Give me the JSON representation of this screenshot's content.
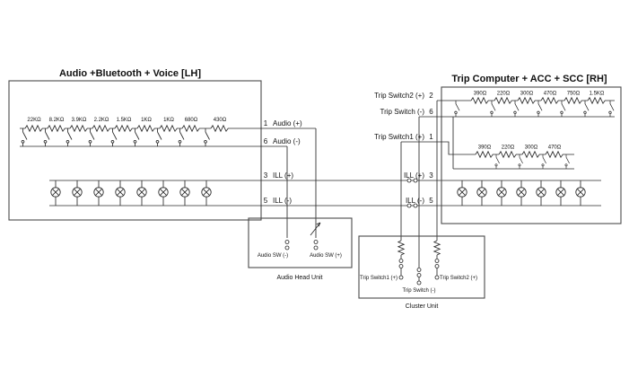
{
  "diagram": {
    "left_block": {
      "title": "Audio +Bluetooth + Voice [LH]",
      "resistors": [
        "22KΩ",
        "8.2KΩ",
        "3.9KΩ",
        "2.2KΩ",
        "1.5KΩ",
        "1KΩ",
        "1KΩ",
        "680Ω",
        "430Ω"
      ],
      "pins": [
        {
          "num": "1",
          "label": "Audio (+)"
        },
        {
          "num": "6",
          "label": "Audio (-)"
        },
        {
          "num": "3",
          "label": "ILL (+)"
        },
        {
          "num": "5",
          "label": "ILL (-)"
        }
      ]
    },
    "audio_head_unit": {
      "name": "Audio Head Unit",
      "sw_neg": "Audio SW (-)",
      "sw_pos": "Audio SW (+)"
    },
    "right_block": {
      "title": "Trip Computer + ACC + SCC [RH]",
      "resistors_row1": [
        "390Ω",
        "220Ω",
        "300Ω",
        "470Ω",
        "750Ω",
        "1.5KΩ"
      ],
      "resistors_row2": [
        "390Ω",
        "220Ω",
        "300Ω",
        "470Ω"
      ],
      "pins": [
        {
          "num": "2",
          "label": "Trip Switch2 (+)"
        },
        {
          "num": "6",
          "label": "Trip Switch (-)"
        },
        {
          "num": "1",
          "label": "Trip Switch1 (+)"
        },
        {
          "num": "3",
          "label": "ILL (+)"
        },
        {
          "num": "5",
          "label": "ILL (-)"
        }
      ]
    },
    "cluster_unit": {
      "name": "Cluster Unit",
      "sw1": "Trip Switch1 (+)",
      "sw2": "Trip Switch2 (+)",
      "sw_neg": "Trip Switch (-)"
    },
    "colors": {
      "wire": "#2a2a2a",
      "outline": "#4a4a4a",
      "background": "#ffffff"
    }
  }
}
